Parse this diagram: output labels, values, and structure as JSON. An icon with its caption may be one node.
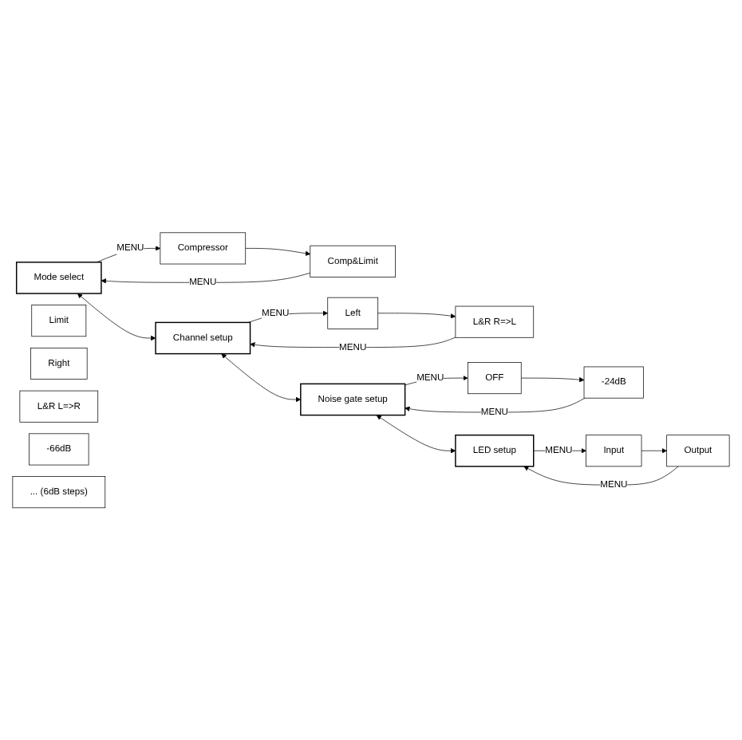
{
  "diagram": {
    "nodes": [
      {
        "text": [
          "Mode select"
        ]
      },
      {
        "text": [
          "Compressor"
        ]
      },
      {
        "text": [
          "Limit"
        ]
      },
      {
        "text": [
          "Comp&Limit"
        ]
      },
      {
        "text": [
          "Channel setup"
        ]
      },
      {
        "text": [
          "Left"
        ]
      },
      {
        "text": [
          "Right"
        ]
      },
      {
        "text": [
          "L&R L=>R"
        ]
      },
      {
        "text": [
          "L&R R=>L"
        ]
      },
      {
        "text": [
          "Noise gate setup"
        ]
      },
      {
        "text": [
          "OFF"
        ]
      },
      {
        "text": [
          "-66dB"
        ]
      },
      {
        "text": [
          "... (6dB steps)"
        ]
      },
      {
        "text": [
          "-24dB"
        ]
      },
      {
        "text": [
          "LED setup"
        ]
      },
      {
        "text": [
          "Input"
        ]
      },
      {
        "text": [
          "Output"
        ]
      }
    ],
    "edges": [
      {
        "from": 0,
        "to": 1,
        "arrow": "to",
        "label": "MENU"
      },
      {
        "from": 1,
        "to": 3,
        "arrow": "to"
      },
      {
        "from": 3,
        "to": 0,
        "arrow": "to",
        "label": "MENU"
      },
      {
        "from": 0,
        "to": 4,
        "arrow": "both"
      },
      {
        "from": 4,
        "to": 5,
        "arrow": "to",
        "label": "MENU"
      },
      {
        "from": 5,
        "to": 8,
        "arrow": "to"
      },
      {
        "from": 8,
        "to": 4,
        "arrow": "to",
        "label": "MENU"
      },
      {
        "from": 4,
        "to": 9,
        "arrow": "both"
      },
      {
        "from": 9,
        "to": 10,
        "arrow": "to",
        "label": "MENU"
      },
      {
        "from": 10,
        "to": 13,
        "arrow": "to"
      },
      {
        "from": 13,
        "to": 9,
        "arrow": "to",
        "label": "MENU"
      },
      {
        "from": 9,
        "to": 14,
        "arrow": "both"
      },
      {
        "from": 14,
        "to": 15,
        "arrow": "to",
        "label": "MENU"
      },
      {
        "from": 15,
        "to": 16,
        "arrow": "to"
      },
      {
        "from": 16,
        "to": 14,
        "arrow": "to",
        "label": "MENU"
      }
    ]
  }
}
